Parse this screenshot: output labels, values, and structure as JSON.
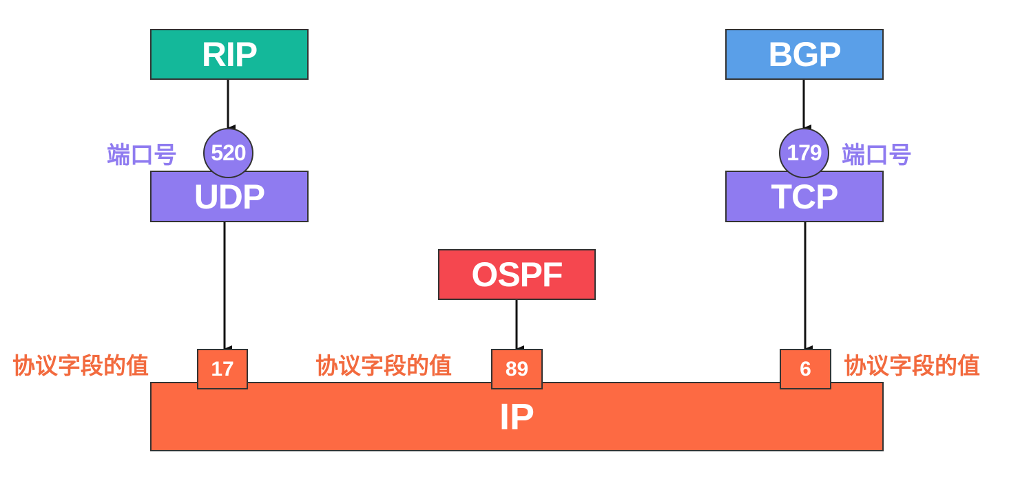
{
  "colors": {
    "rip": "#14b89a",
    "bgp": "#5a9fe8",
    "transport": "#8f7bf0",
    "ospf": "#f5474f",
    "ip": "#fd6a43",
    "port_label": "#8f7bf0",
    "field_label": "#f26a3e"
  },
  "nodes": {
    "rip": "RIP",
    "bgp": "BGP",
    "udp": "UDP",
    "tcp": "TCP",
    "ospf": "OSPF",
    "ip": "IP"
  },
  "ports": {
    "rip_port": "520",
    "bgp_port": "179",
    "label": "端口号"
  },
  "protocol_fields": {
    "udp_value": "17",
    "ospf_value": "89",
    "tcp_value": "6",
    "label": "协议字段的值"
  }
}
